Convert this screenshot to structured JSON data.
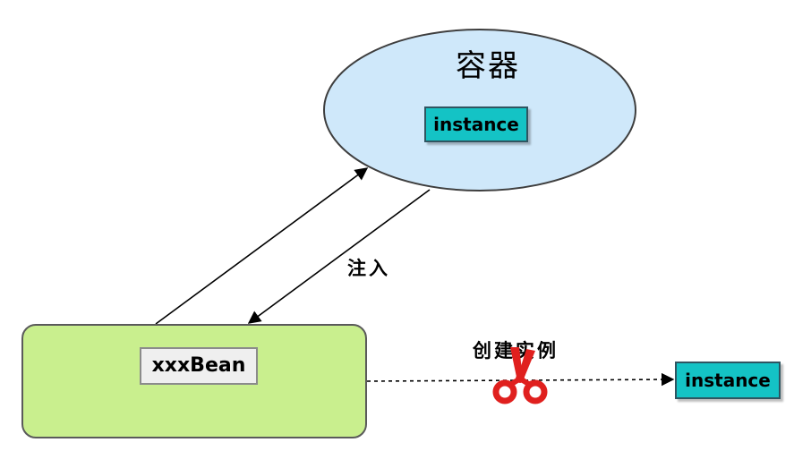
{
  "container": {
    "title": "容器",
    "instance_label": "instance"
  },
  "bean": {
    "label": "xxxBean"
  },
  "edges": {
    "inject_label": "注入",
    "create_instance_label": "创建实例"
  },
  "external_instance": {
    "label": "instance"
  },
  "colors": {
    "container_fill": "#cfe8fa",
    "instance_fill": "#14c3c5",
    "bean_fill": "#c9ef8e",
    "scissors": "#e0201e"
  },
  "icons": {
    "cut": "scissors-icon"
  }
}
